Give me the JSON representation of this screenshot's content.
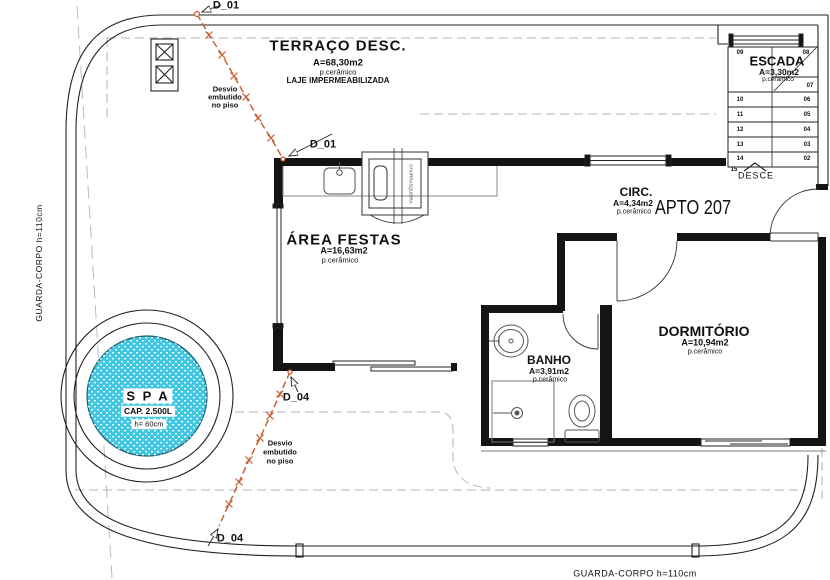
{
  "plan": {
    "apto": "APTO 207",
    "terraco": {
      "name": "TERRAÇO DESC.",
      "area": "A=68,30m2",
      "floor": "p.cerâmico",
      "note": "LAJE IMPERMEABILIZADA"
    },
    "area_festas": {
      "name": "ÁREA FESTAS",
      "area": "A=16,63m2",
      "floor": "p.cerâmico"
    },
    "circ": {
      "name": "CIRC.",
      "area": "A=4,34m2",
      "floor": "p.cerâmico"
    },
    "banho": {
      "name": "BANHO",
      "area": "A=3,91m2",
      "floor": "p.cerâmico"
    },
    "dormitorio": {
      "name": "DORMITÓRIO",
      "area": "A=10,94m2",
      "floor": "p.cerâmico"
    },
    "escada": {
      "name": "ESCADA",
      "area": "A=3,30m2",
      "floor": "p.cerâmico",
      "desce_label": "DESCE",
      "left_steps": [
        "09",
        "10",
        "11",
        "12",
        "13",
        "14",
        "15"
      ],
      "right_steps": [
        "08",
        "07",
        "06",
        "05",
        "04",
        "03",
        "02"
      ]
    },
    "spa": {
      "name": "S P A",
      "cap": "CAP. 2.500L",
      "height": "h= 60cm"
    },
    "markers": {
      "d01": "D_01",
      "d04": "D_04",
      "desvio_l1": "Desvio",
      "desvio_l2": "embutido",
      "desvio_l3": "no piso",
      "churrasqueira": "CHURRASQUEIRA"
    },
    "guarda_corpo_left": "GUARDA-CORPO    h=110cm",
    "guarda_corpo_bottom": "GUARDA-CORPO    h=110cm",
    "colors": {
      "spa_water": "#41c7e1",
      "desvio_line": "#c65a2b",
      "linework": "#1c1c1c",
      "projection_dash": "#b3b3b3"
    }
  }
}
